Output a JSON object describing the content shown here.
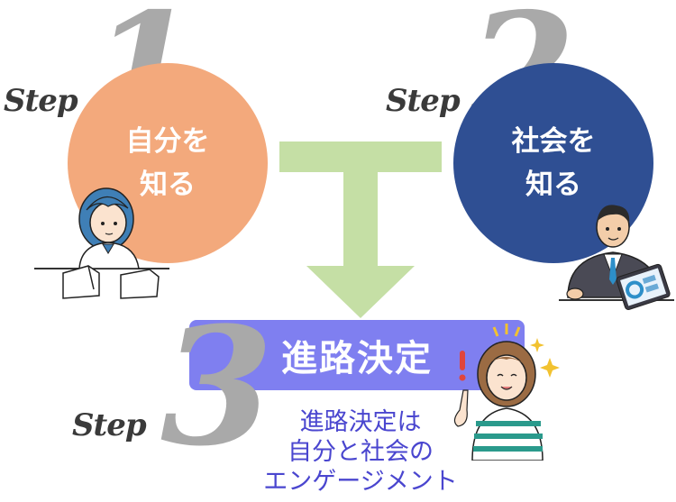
{
  "step1": {
    "word": "Step",
    "number": "1",
    "circle_text": "自分を\n知る",
    "color": "#f3a97c"
  },
  "step2": {
    "word": "Step",
    "number": "2",
    "circle_text": "社会を\n知る",
    "color": "#2f4f93"
  },
  "step3": {
    "word": "Step",
    "number": "3",
    "banner_text": "進路決定",
    "color": "#7f7ff0"
  },
  "caption": {
    "lines": [
      "進路決定は",
      "自分と社会の",
      "エンゲージメント"
    ]
  },
  "arrow": {
    "color": "#c5dfa5"
  }
}
